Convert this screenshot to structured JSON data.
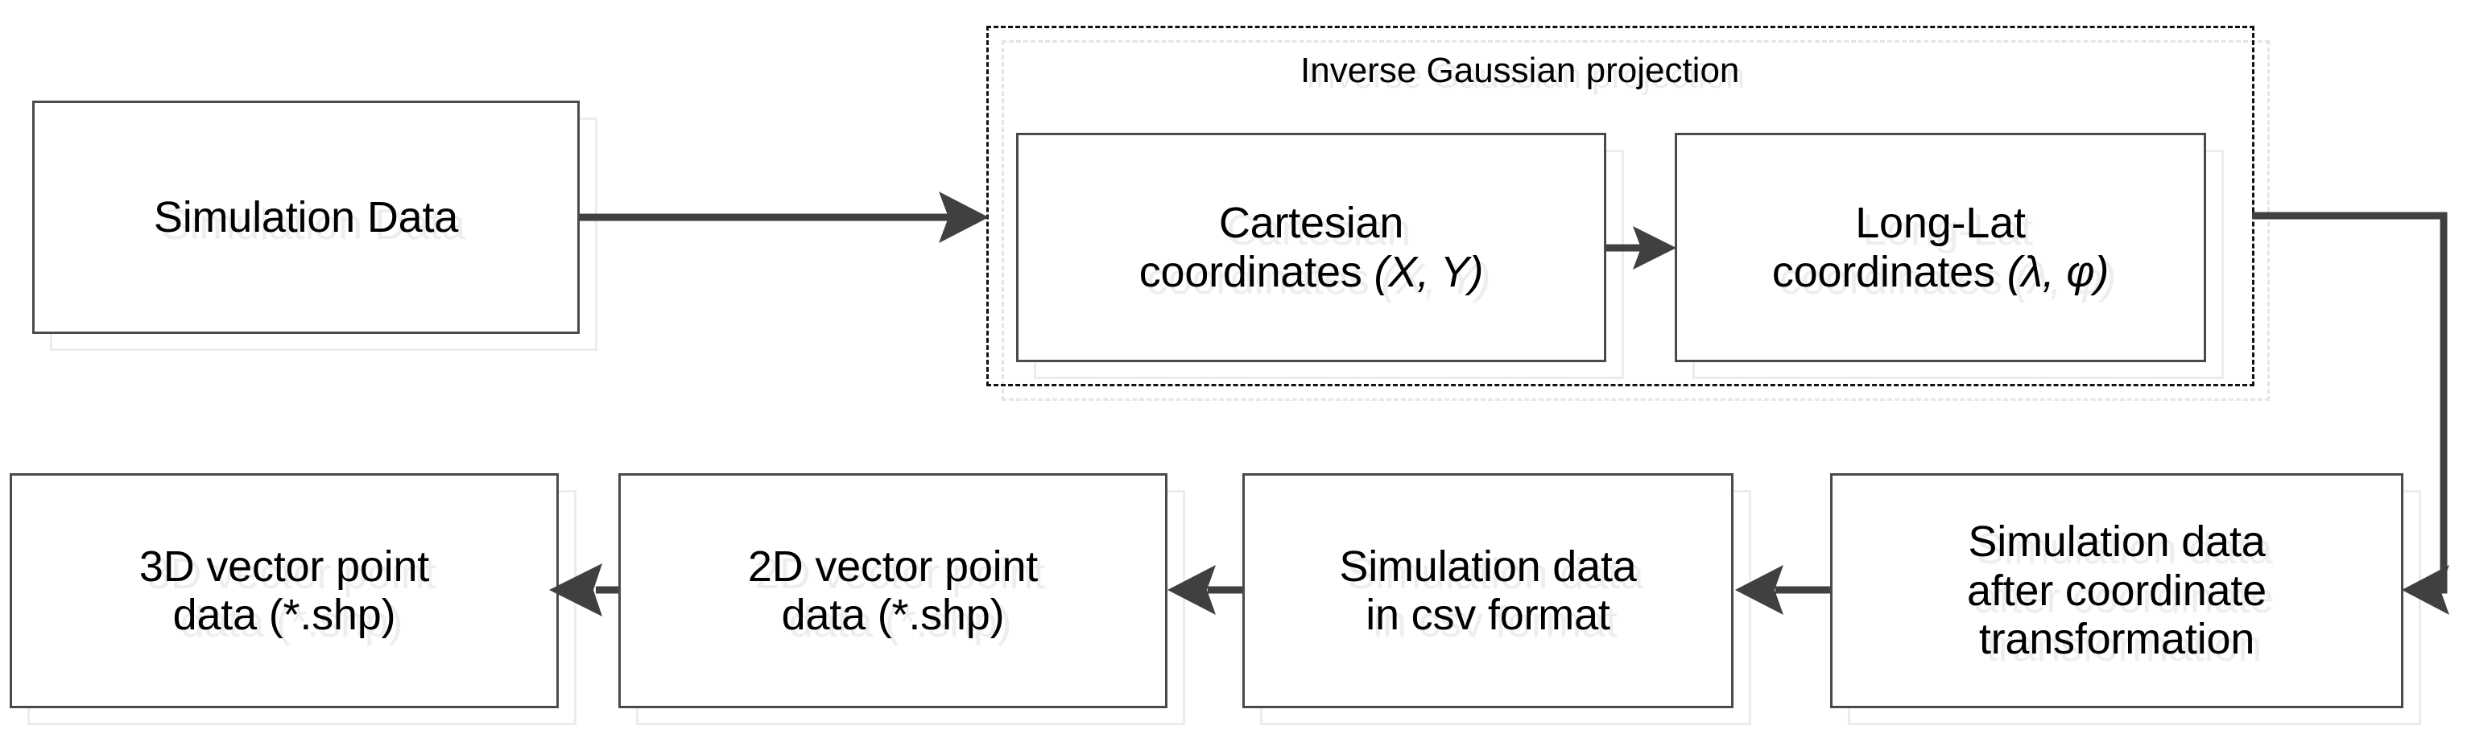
{
  "diagram": {
    "title": "Simulation data coordinate transformation workflow",
    "colors": {
      "box_border": "#4a4a4a",
      "box_shadow": "#ececec",
      "arrow": "#404040",
      "dashed_border": "#111111",
      "background": "#ffffff",
      "text": "#000000"
    },
    "group": {
      "label": "Inverse Gaussian projection"
    },
    "nodes": {
      "simulation_data": "Simulation  Data",
      "cartesian": {
        "line1": "Cartesian",
        "line2_prefix": "coordinates ",
        "line2_italic": "(X, Y)"
      },
      "longlat": {
        "line1": "Long-Lat",
        "line2_prefix": "coordinates ",
        "line2_italic": "(λ, φ)"
      },
      "after_transform": "Simulation data\nafter coordinate\ntransformation",
      "csv": "Simulation data\nin csv format",
      "vector_2d": "2D vector point\ndata (*.shp)",
      "vector_3d": "3D vector point\ndata (*.shp)"
    },
    "edges": [
      {
        "from": "simulation_data",
        "to": "inverse-gaussian-projection-group",
        "direction": "right"
      },
      {
        "from": "cartesian",
        "to": "longlat",
        "direction": "right"
      },
      {
        "from": "inverse-gaussian-projection-group",
        "to": "after_transform",
        "direction": "down-left-elbow"
      },
      {
        "from": "after_transform",
        "to": "csv",
        "direction": "left"
      },
      {
        "from": "csv",
        "to": "vector_2d",
        "direction": "left"
      },
      {
        "from": "vector_2d",
        "to": "vector_3d",
        "direction": "left"
      }
    ]
  }
}
